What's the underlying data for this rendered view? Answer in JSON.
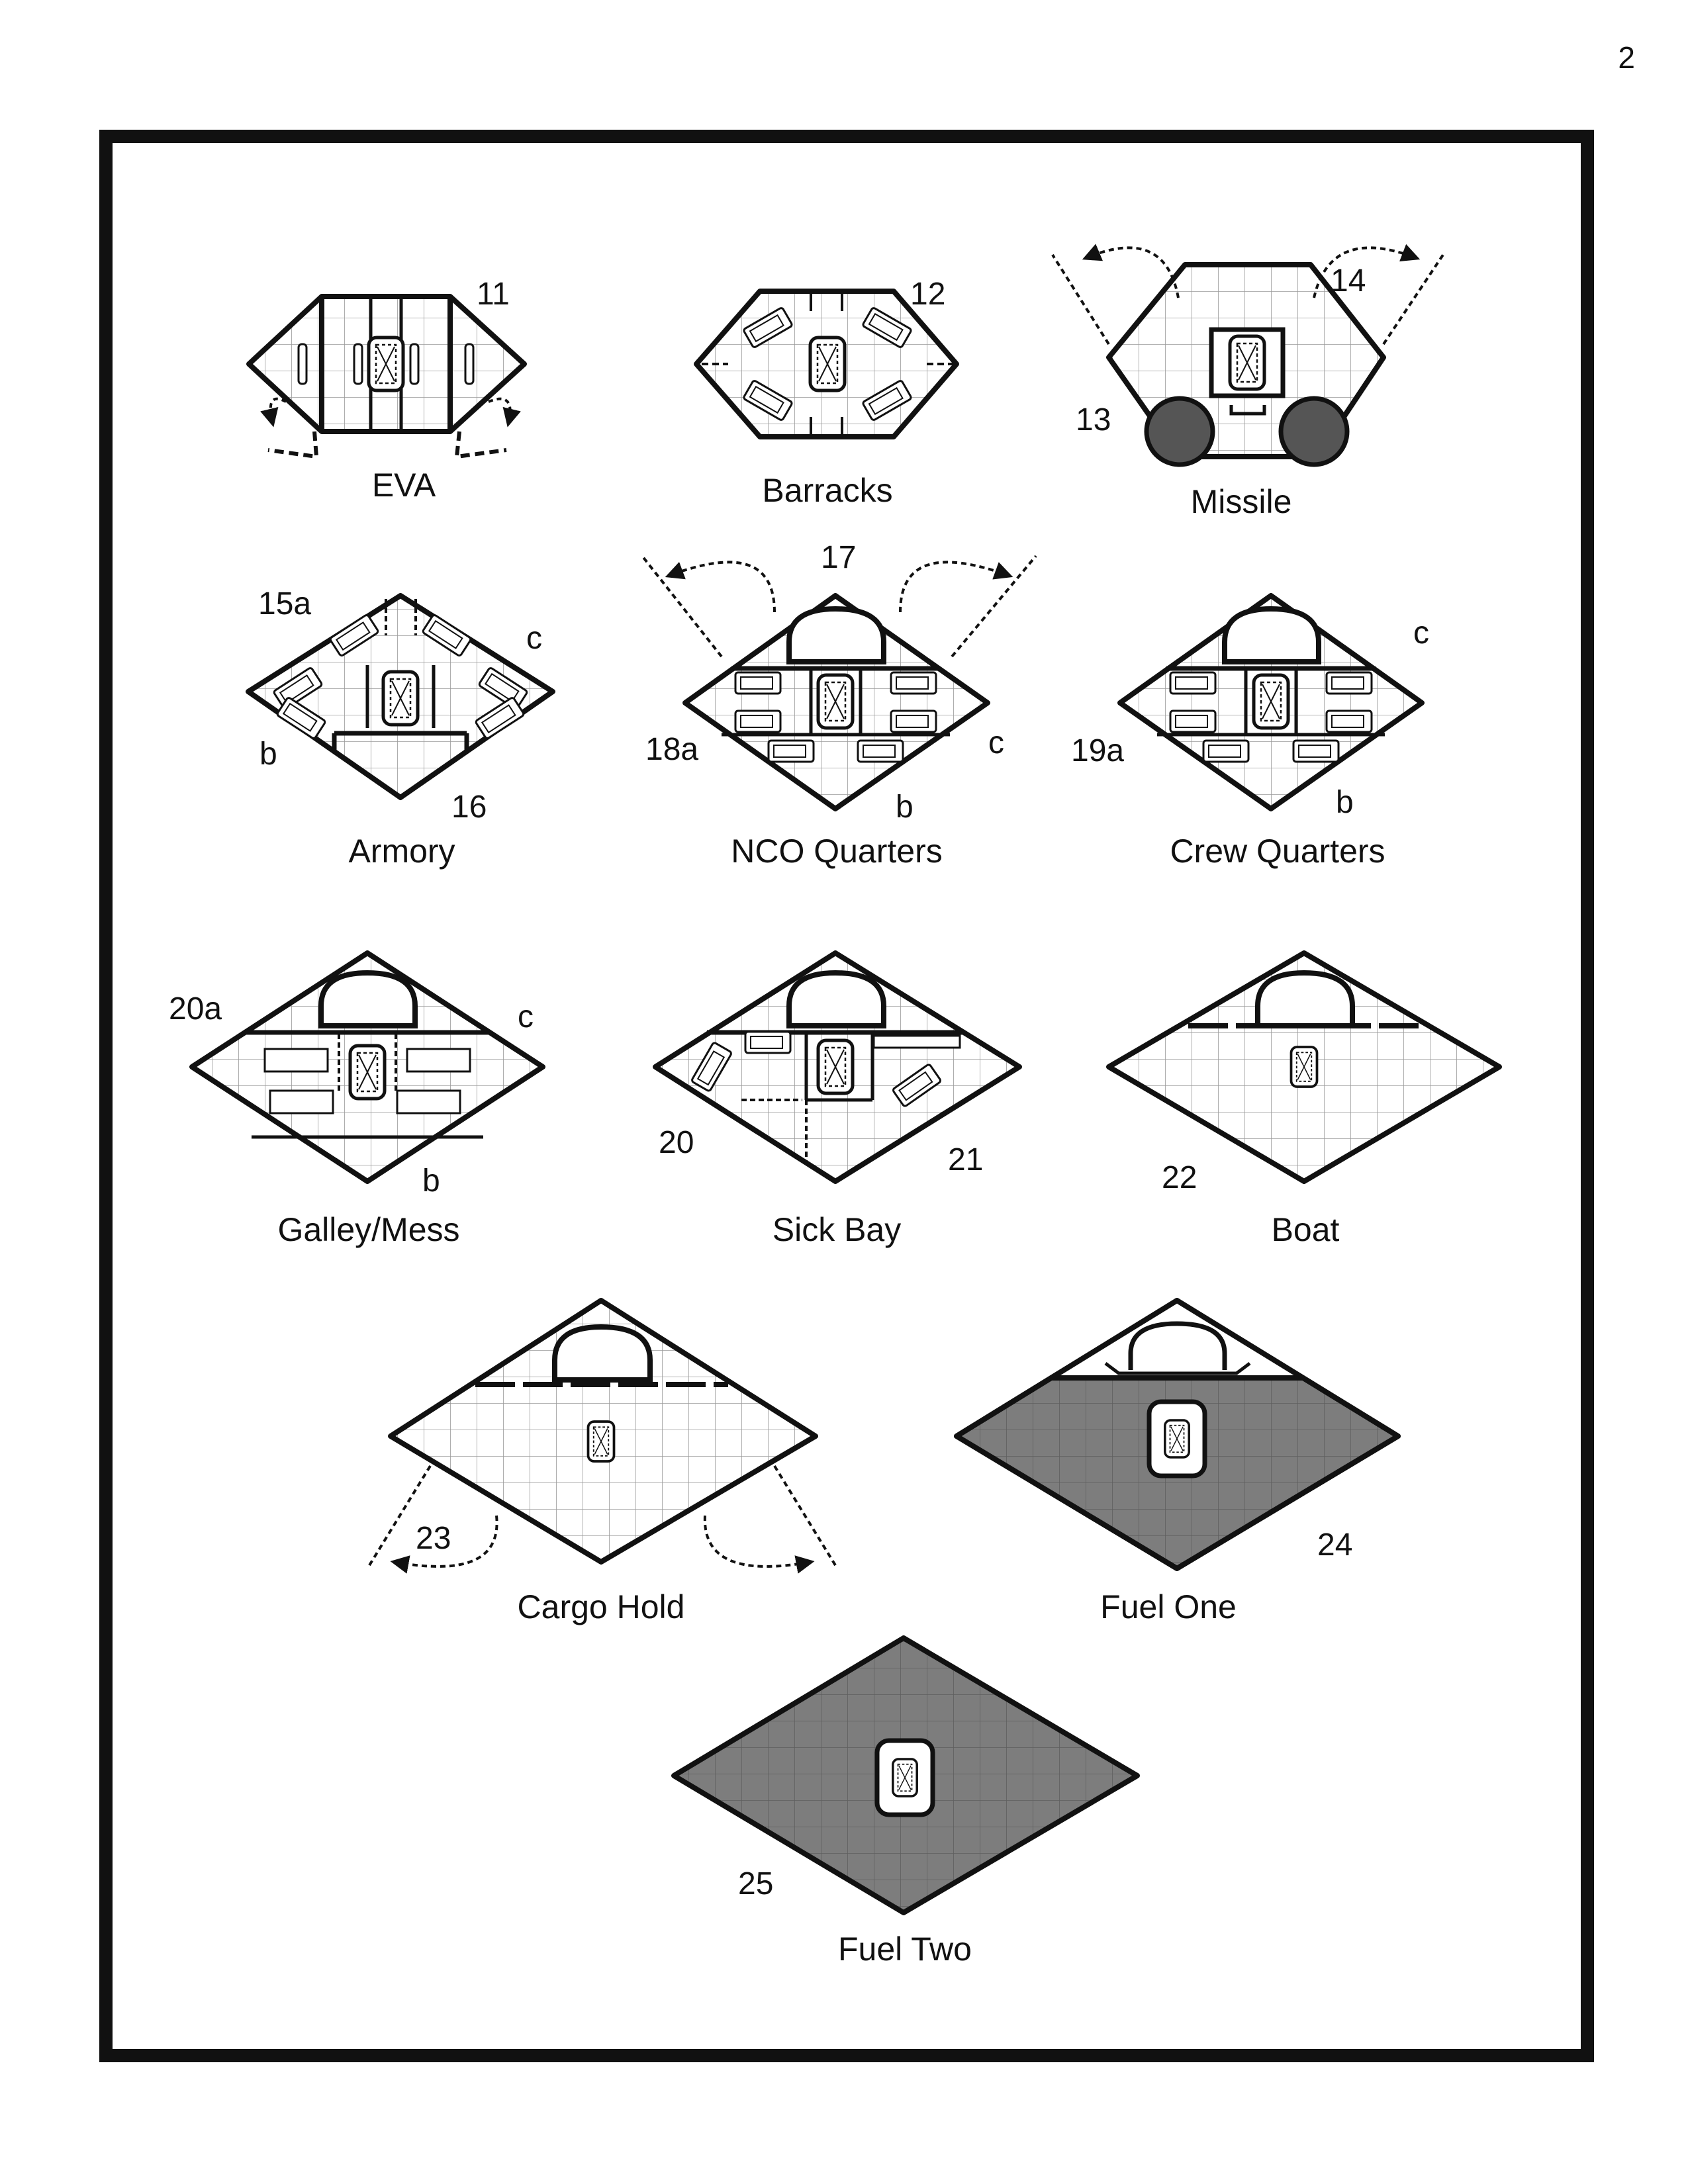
{
  "page_number": "2",
  "sections": [
    {
      "key": "eva",
      "label": "EVA",
      "numbers": [
        "11"
      ]
    },
    {
      "key": "barracks",
      "label": "Barracks",
      "numbers": [
        "12"
      ]
    },
    {
      "key": "missile",
      "label": "Missile",
      "numbers": [
        "13",
        "14"
      ]
    },
    {
      "key": "armory",
      "label": "Armory",
      "numbers": [
        "15a",
        "c",
        "b",
        "16"
      ]
    },
    {
      "key": "nco",
      "label": "NCO Quarters",
      "numbers": [
        "17",
        "18a",
        "c",
        "b"
      ]
    },
    {
      "key": "crew",
      "label": "Crew Quarters",
      "numbers": [
        "c",
        "19a",
        "b"
      ]
    },
    {
      "key": "galley",
      "label": "Galley/Mess",
      "numbers": [
        "20a",
        "c",
        "b"
      ]
    },
    {
      "key": "sickbay",
      "label": "Sick Bay",
      "numbers": [
        "20",
        "21"
      ]
    },
    {
      "key": "boat",
      "label": "Boat",
      "numbers": [
        "22"
      ]
    },
    {
      "key": "cargo",
      "label": "Cargo Hold",
      "numbers": [
        "23"
      ]
    },
    {
      "key": "fuel1",
      "label": "Fuel One",
      "numbers": [
        "24"
      ]
    },
    {
      "key": "fuel2",
      "label": "Fuel Two",
      "numbers": [
        "25"
      ]
    }
  ],
  "colors": {
    "ink": "#111111",
    "grid": "#9a9a9a",
    "fuel_fill": "#7d7d7d",
    "wheel_fill": "#555555"
  }
}
